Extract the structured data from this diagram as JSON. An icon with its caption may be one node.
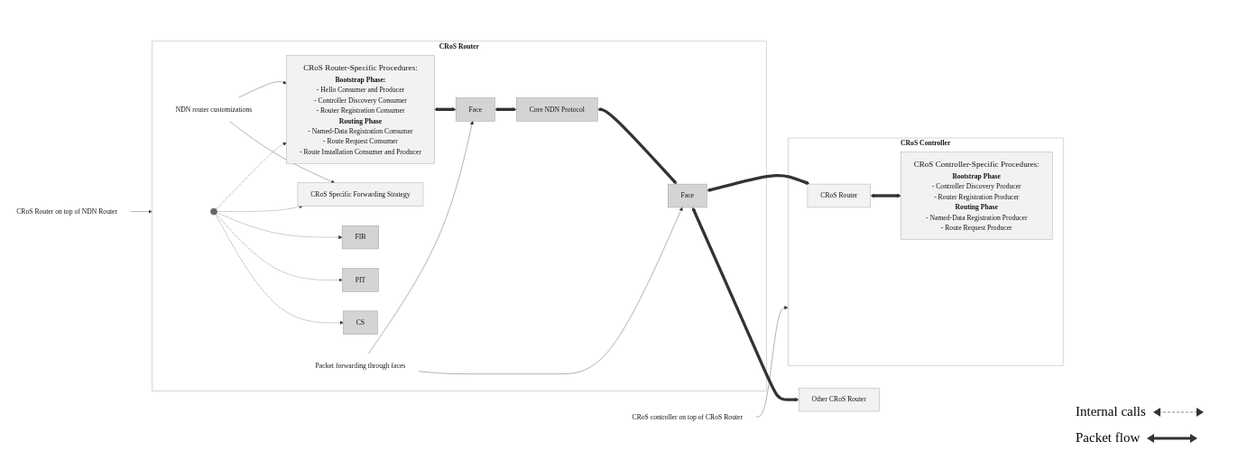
{
  "diagram": {
    "nodes": [
      {
        "text": [
          "CRoS Router"
        ]
      },
      {
        "text": [
          "CRoS Router-Specific Procedures:",
          "Bootstrap Phase:",
          "- Hello Consumer and Producer",
          "- Controller Discovery Consumer",
          "- Router Registration Consumer",
          "Routing Phase",
          "- Named-Data Registration Consumer",
          "- Route Request Consumer",
          "- Route Installation Consumer and Producer"
        ],
        "in": 0
      },
      {
        "text": [
          "Face"
        ],
        "in": 0
      },
      {
        "text": [
          "Core NDN Protocol"
        ],
        "in": 0
      },
      {
        "text": [
          "Face"
        ],
        "in": 0
      },
      {
        "text": [
          "CRoS Specific Forwarding Strategy"
        ],
        "in": 0
      },
      {
        "text": [
          "FIB"
        ],
        "in": 0
      },
      {
        "text": [
          "PIT"
        ],
        "in": 0
      },
      {
        "text": [
          "CS"
        ],
        "in": 0
      },
      {
        "text": [
          "Packet forwarding through faces"
        ],
        "in": 0
      },
      {
        "text": [
          "NDN router customizations"
        ],
        "in": 0
      },
      {
        "text": [
          "CRoS Controller"
        ]
      },
      {
        "text": [
          "CRoS Router"
        ],
        "in": 11
      },
      {
        "text": [
          "CRoS Controller-Specific Procedures:",
          "Bootstrap Phase",
          "- Controller Discovery Producer",
          "- Router Registration Producer",
          "Routing Phase",
          "- Named-Data Registration Producer",
          "- Route Request Producer"
        ],
        "in": 11
      },
      {
        "text": [
          "Other CRoS Router"
        ]
      },
      {
        "text": [
          "CRoS Router on top of NDN Router"
        ]
      },
      {
        "text": [
          "CRoS controller on top of CRoS Router"
        ]
      }
    ],
    "edges": [
      {
        "from": 1,
        "to": 2,
        "arrow": "both",
        "style": "thick"
      },
      {
        "from": 2,
        "to": 3,
        "arrow": "both",
        "style": "thick"
      },
      {
        "from": 3,
        "to": 4,
        "arrow": "both",
        "style": "thick"
      },
      {
        "from": 4,
        "to": 12,
        "arrow": "both",
        "style": "thick"
      },
      {
        "from": 4,
        "to": 14,
        "arrow": "both",
        "style": "thick"
      },
      {
        "from": 12,
        "to": 13,
        "arrow": "both",
        "style": "thick"
      },
      {
        "from": 9,
        "to": 2,
        "arrow": "to"
      },
      {
        "from": 9,
        "to": 4,
        "arrow": "to"
      },
      {
        "from": 10,
        "to": 1,
        "arrow": "to"
      },
      {
        "from": 10,
        "to": 5,
        "arrow": "to"
      },
      {
        "from": 15,
        "to": 0,
        "arrow": "to"
      },
      {
        "from": 16,
        "to": 11,
        "arrow": "to"
      },
      {
        "from": null,
        "to": 1,
        "arrow": "to",
        "style": "dashed"
      },
      {
        "from": null,
        "to": 5,
        "arrow": "to",
        "style": "dashed"
      },
      {
        "from": null,
        "to": 6,
        "arrow": "to",
        "style": "dashed"
      },
      {
        "from": null,
        "to": 7,
        "arrow": "to",
        "style": "dashed"
      },
      {
        "from": null,
        "to": 8,
        "arrow": "to",
        "style": "dashed"
      }
    ],
    "legend": [
      {
        "text": "Internal calls"
      },
      {
        "text": "Packet flow"
      }
    ]
  }
}
